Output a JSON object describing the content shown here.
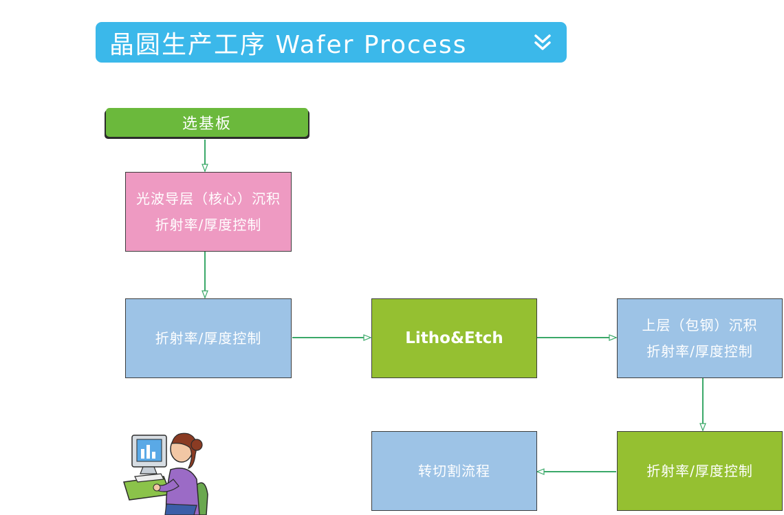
{
  "header": {
    "title": "晶圆生产工序 Wafer Process",
    "chevron_icon": "double-chevron-down-icon",
    "color": "#3bb8ea"
  },
  "nodes": {
    "start": {
      "label": "选基板",
      "color": "#6bb93c"
    },
    "core_deposition": {
      "line1": "光波导层（核心）沉积",
      "line2": "折射率/厚度控制",
      "color": "#ee9ac2"
    },
    "control_1": {
      "line1": "折射率/厚度控制",
      "color": "#9dc3e6"
    },
    "litho_etch": {
      "line1": "Litho&Etch",
      "color": "#95c031"
    },
    "cladding_deposition": {
      "line1": "上层（包钢）沉积",
      "line2": "折射率/厚度控制",
      "color": "#9dc3e6"
    },
    "control_2": {
      "line1": "折射率/厚度控制",
      "color": "#95c031"
    },
    "to_dicing": {
      "line1": "转切割流程",
      "color": "#9dc3e6"
    }
  },
  "connector_color": "#3aa868",
  "illustration": {
    "icon": "person-at-computer-icon"
  }
}
